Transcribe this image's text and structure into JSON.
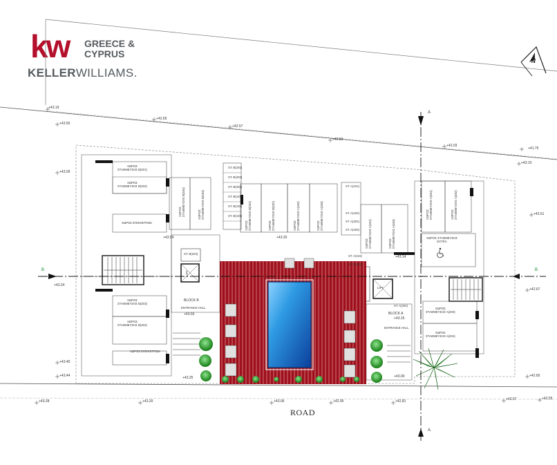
{
  "logo": {
    "mark": "kw",
    "region_line1": "GREECE &",
    "region_line2": "CYPRUS",
    "brand_part1": "KELLER",
    "brand_part2": "WILLIAMS."
  },
  "north_label": "N",
  "road_label": "ROAD",
  "levels": {
    "l01": "+43.19",
    "l02": "+43.50",
    "l03": "+42.65",
    "l04": "+42.57",
    "l05": "+42.50",
    "l06": "+42.03",
    "l07": "+41.75",
    "l08": "+43.10",
    "l09": "+43.09",
    "l10": "+42.61",
    "l11": "+43.54",
    "l12": "+43.20",
    "l13": "+43.14",
    "l14": "+43.24",
    "l15": "+42.67",
    "l16": "+43.55",
    "l17": "+43.15",
    "l18": "+43.45",
    "l19": "+43.44",
    "l20": "+43.25",
    "l21": "+43.00",
    "l22": "+42.65",
    "l23": "+43.28",
    "l24": "+43.20",
    "l25": "+43.06",
    "l26": "+42.95",
    "l27": "+42.81",
    "l28": "+42.57",
    "l29": "+42.55"
  },
  "labels": {
    "parking_b201": "ΧΩΡΟΣ\nΣΤΑΘΜΕΥΣΗΣ Β(201)",
    "parking_b202": "ΧΩΡΟΣ\nΣΤΑΘΜΕΥΣΗΣ Β(202)",
    "parking_b203": "ΧΩΡΟΣ\nΣΤΑΘΜΕΥΣΗΣ Β(203)",
    "parking_b204": "ΧΩΡΟΣ\nΣΤΑΘΜΕΥΣΗΣ Β(204)",
    "visitor_parking_top": "ΧΩΡΟΣ ΕΠΙΣΚΕΠΤΩΝ",
    "visitor_parking_bottom": "ΧΩΡΟΣ ΕΠΙΣΚΕΠΤΩΝ",
    "parking_b104": "ΧΩΡΟΣ\nΣΤΑΘΜΕΥΣΗΣ Β(104)",
    "parking_b103": "ΧΩΡΟΣ\nΣΤΑΘΜΕΥΣΗΣ Β(103)",
    "parking_b101": "ΧΩΡΟΣ\nΣΤΑΘΜΕΥΣΗΣ Β(101)",
    "parking_b102": "ΧΩΡΟΣ\nΣΤΑΘΜΕΥΣΗΣ Β(102)",
    "parking_a102": "ΧΩΡΟΣ\nΣΤΑΘΜΕΥΣΗΣ Α(102)",
    "parking_a103": "ΧΩΡΟΣ\nΣΤΑΘΜΕΥΣΗΣ Α(103)",
    "parking_a101": "ΧΩΡΟΣ\nΣΤΑΘΜΕΥΣΗΣ Α(101)",
    "parking_a104": "ΧΩΡΟΣ\nΣΤΑΘΜΕΥΣΗΣ Α(104)",
    "parking_a201": "ΧΩΡΟΣ\nΣΤΑΘΜΕΥΣΗΣ Α(201)",
    "parking_a202": "ΧΩΡΟΣ\nΣΤΑΘΜΕΥΣΗΣ Α(202)",
    "parking_extra": "ΧΩΡΟΣ ΣΤΑΘΜΕΥΣΗΣ\nEXTRA",
    "parking_a203": "ΧΩΡΟΣ\nΣΤΑΘΜΕΥΣΗΣ Α(203)",
    "parking_a204": "ΧΩΡΟΣ\nΣΤΑΘΜΕΥΣΗΣ Α(204)",
    "storage_b201": "ST. B(201)",
    "storage_b202": "ST. B(202)",
    "storage_b203": "ST. B(203)",
    "storage_b101": "ST. B(101)",
    "storage_b102": "ST. B(102)",
    "storage_b103": "ST. B(103)",
    "storage_b204": "ST. B(204)",
    "storage_a101": "ST. A(101)",
    "storage_a102": "ST. A(102)",
    "storage_a201": "ST. A(201)",
    "storage_a202": "ST. A(202)",
    "storage_a104": "ST. A(104)",
    "storage_a103": "ST. A(103)",
    "storage_a204": "ST. A(204)",
    "block_b": "BLOCK B",
    "block_a": "BLOCK A",
    "entrance_hall_b": "ENTRANCE HALL",
    "entrance_hall_a": "ENTRANCE HALL",
    "lift_b": "LIFT",
    "lift_a": "LIFT"
  },
  "axes": {
    "b_left": "B",
    "b_right": "B",
    "a_top": "A",
    "a_bottom": "A"
  },
  "colors": {
    "brand_red": "#b40f2b",
    "brand_grey": "#555a5e",
    "deck_red": "#a3131f",
    "pool_blue": "#1e7fd0",
    "tree_green": "#1e9b1e"
  }
}
